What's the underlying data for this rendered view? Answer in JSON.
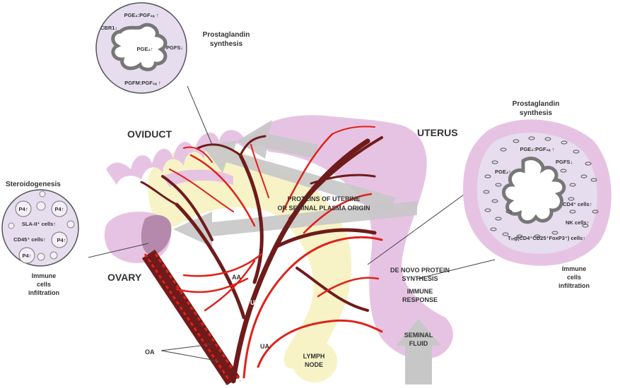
{
  "labels": {
    "oviduct": "OVIDUCT",
    "uterus": "UTERUS",
    "ovary": "OVARY",
    "aa": "AA",
    "uv": "UV",
    "ua": "UA",
    "oa": "OA",
    "lymph_node_1": "LYMPH",
    "lymph_node_2": "NODE",
    "proteins_1": "PROTEINS OF UTERINE",
    "proteins_2": "OR SEMINAL PLASMA ORIGIN",
    "de_novo_1": "DE NOVO PROTEIN",
    "de_novo_2": "SYNTHESIS",
    "immune_response_1": "IMMUNE",
    "immune_response_2": "RESPONSE",
    "seminal_fluid_1": "SEMINAL",
    "seminal_fluid_2": "FLUID"
  },
  "top_inset": {
    "title_1": "Prostaglandin",
    "title_2": "synthesis",
    "pge2_pgf2a_top": "PGE₂:PGF₂ₐ ↑",
    "cbr1": "CBR1↓",
    "pge2": "PGE₂↑",
    "pgfs": "PGFS↓",
    "pgfm": "PGFM:PGF₂ₐ ↑"
  },
  "left_inset": {
    "title": "Steroidogenesis",
    "p4_a": "P4↑",
    "p4_b": "P4↑",
    "sla": "SLA-II⁺ cells↑",
    "cd45": "CD45⁺ cells↑",
    "p4_c": "P4↑",
    "p4_d": "P4↑",
    "caption_1": "Immune",
    "caption_2": "cells",
    "caption_3": "infiltration"
  },
  "right_inset": {
    "title_1": "Prostaglandin",
    "title_2": "synthesis",
    "pge2_pgf2a": "PGE₂:PGF₂ₐ ↑",
    "pgfs": "PGFS↓",
    "pge2": "PGE₂↑",
    "cd4": "CD4⁺ cells↑",
    "nk": "NK cells↑",
    "treg": "Tᵣₑg(CD4⁺CD25⁺FoxP3⁺) cells↑",
    "caption_1": "Immune",
    "caption_2": "cells",
    "caption_3": "infiltration"
  },
  "colors": {
    "uterus_pink": "#e7c3e3",
    "lymph_yellow": "#f7f3c6",
    "artery_red": "#e0211a",
    "vein_maroon": "#6f1b1b",
    "arrow_grey": "#c7c7c7",
    "inset_lilac": "#e6ddef"
  }
}
